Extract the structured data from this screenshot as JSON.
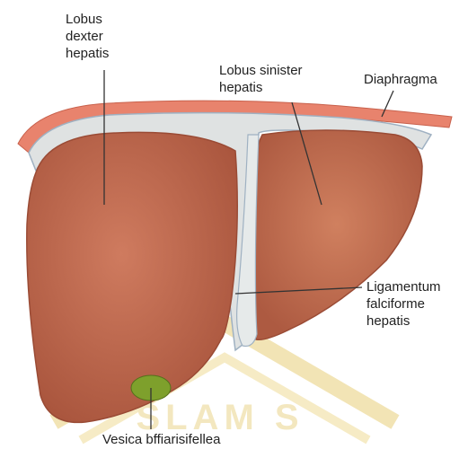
{
  "figure": {
    "labels": {
      "lobus_dexter": "Lobus\ndexter\nhepatis",
      "lobus_sinister": "Lobus sinister\nhepatis",
      "diaphragma": "Diaphragma",
      "ligamentum": "Ligamentum\nfalciforme\nhepatis",
      "vesica": "Vesica bffiarisifellea"
    },
    "colors": {
      "liver": "#c46e52",
      "liver_dark": "#a9553d",
      "diaphragm": "#e8836d",
      "fascia": "#dfe2e2",
      "gallbladder": "#7ea02c",
      "watermark": "#e4c46a",
      "leader": "#333333"
    }
  }
}
